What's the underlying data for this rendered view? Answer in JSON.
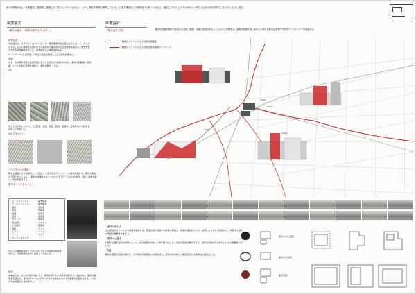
{
  "intro": "私の卒業設計は、卒業論文と連続的に連続したプロジェクトではない。しかし現在大学院で研究していることを卒業論文と卒業設計を使ってみると、論文とプロジェクトの中から一貫した流れが浮き彫りになっていように見う。",
  "thesis": {
    "heading": "卒業論文",
    "title": "「都市の部分 ―都市の折りたたみ方―」",
    "sections": [
      {
        "label": "研究目的",
        "text": "本論文では、ステファーヨーキーランの「都市要素の形を組み立てるエンバックシビルする」ように都市の変遷を新しい視点から組み合わせる可能性を試みる。都市を折りたたみ方を解剖すること、都市の新しい構造を試みる。"
      },
      {
        "label": "",
        "text": "ⅱ 1-4 2015年で 東京都、3周辺の地区を確認した上で研究を進めた。"
      },
      {
        "label": "調査",
        "text": "まず、市の都市写真を航空写真に沿って大まかに5段階の中から、都市の道路網と空地網、ゾーン分割の手順を進めた。都市の断片、上る。"
      },
      {
        "label": "ex)",
        "text": ""
      },
      {
        "label": "",
        "text": "またそれぞれについて、人口密度、道路、街区、建物、容積率、空地率などの構造を比較して分析した。"
      },
      {
        "label": "ex) スケルトン",
        "text": ""
      },
      {
        "label": "フラクタルへの移行",
        "text": "都市を面積から分割単位として掴み、さまざまなアイソレートの都市組織から、都市を組み立て直しをしてみる。 都市の特徴的なスタイルからグラデーションを発見し分析、都市の新しい見方を提示する。"
      },
      {
        "label": "都市のフラクタルとして",
        "text": ""
      },
      {
        "label": "",
        "text": "その上で構造を持ち、それぞれについて代表的な地区を分析し、分析結果は全体と比較して考察した。"
      },
      {
        "label": "設計",
        "text": "本論文では、以上の内容を基にして、都市の折りたたみ方を解剖する。論文中心、都市の構造を実証する。第2章のケーススタディの分析は本論文の中でも重要な位置を占める。(それぞれの構造から構成される)"
      }
    ],
    "table_rows": [
      "・アイソレーション",
      "・アイソレーション",
      "・都市",
      "・街区",
      "・道路",
      "・空地",
      "・ブロック",
      "・道の細さ",
      "・人工都市",
      "・建築",
      "・エリア",
      "・ゾーン",
      "・ベースミスマッチ"
    ],
    "table_rows_right": [
      "・都市構造",
      "・都市構造",
      "・空地系",
      "・道路系",
      "・構造系",
      "・街区系",
      "・配置系",
      "・スケール",
      "・配置系",
      "・ライン",
      "・ユニット",
      "・シェア",
      ""
    ]
  },
  "design": {
    "heading": "卒業設計",
    "title": "「描らぼてと同」",
    "summary": "都市の建物の細かな配置から空地、動線、内部に配置されることによって表現する。都市の形態を残しながらも新たな都市空間を作り出すアートセンターを提案する。",
    "legend": [
      {
        "label": "動線からアイレベルで目視可能範囲",
        "color": "#333333"
      },
      {
        "label": "動線からアイレベルで目視可能な建物のファサード",
        "color": "#cc2a2a"
      }
    ],
    "distances": [
      "450m",
      "350m",
      "250m",
      "200m"
    ]
  },
  "notes": [
    {
      "heading": "【都市の断片】",
      "text": "人は空間のエッジにより地域を認識する。周辺の道と建物との関係を変換し、建物の組みをつくる。言葉によるまちの環境から、内部から設計の構造の重要性を考える。"
    },
    {
      "heading": "【都市の活動】",
      "text": "内部から見た空間の状態によって、大きな断片の新しい形を作り出した。周辺の環境の繋がりから、街区を空間の中に取り入れるの重要性を示した。"
    },
    {
      "heading": "【回】",
      "text": "都市の細部や空間の繋がり、その場所の関係性の作成を探る。都市の中の新しい都市空間との関係性を組み立てる。"
    }
  ],
  "symbols": [
    "閉ざされた空間",
    "開かれた空間",
    "曲り空間"
  ]
}
